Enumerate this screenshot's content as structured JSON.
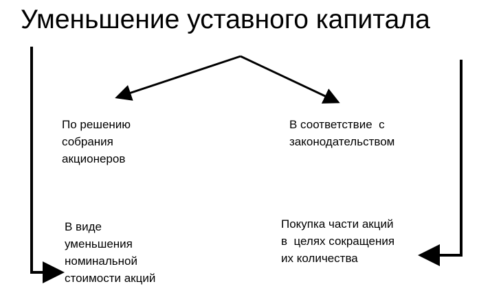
{
  "title": "Уменьшение уставного капитала",
  "nodes": {
    "shareholders_decision": [
      "По решению",
      "собрания",
      "акционеров"
    ],
    "by_law": [
      "В соответствие  с",
      "законодательством"
    ],
    "nominal_reduction": [
      "В виде",
      "уменьшения",
      "номинальной",
      "стоимости акций"
    ],
    "share_buyback": [
      "Покупка части акций",
      "в  целях сокращения",
      "их количества"
    ]
  },
  "colors": {
    "text": "#000000",
    "arrow": "#000000",
    "background": "#ffffff"
  }
}
